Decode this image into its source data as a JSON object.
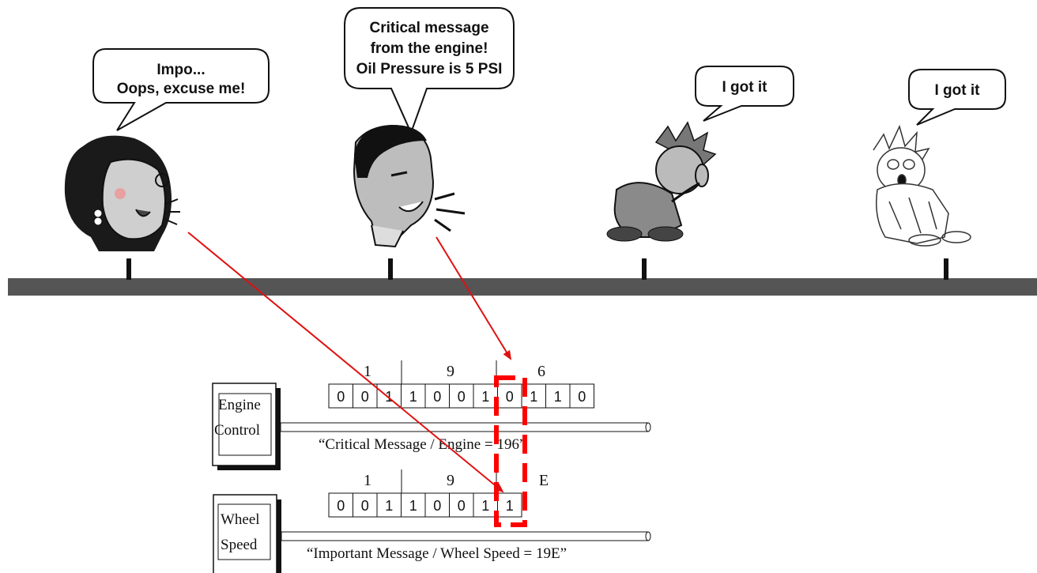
{
  "speakers": [
    {
      "id": "woman",
      "bubble": [
        "Impo...",
        "Oops, excuse me!"
      ]
    },
    {
      "id": "man",
      "bubble": [
        "Critical message",
        "from the engine!",
        "Oil Pressure is 5 PSI"
      ]
    },
    {
      "id": "listener1",
      "bubble": [
        "I got it"
      ]
    },
    {
      "id": "listener2",
      "bubble": [
        "I got it"
      ]
    }
  ],
  "engine": {
    "box_label": [
      "Engine",
      "Control"
    ],
    "nibbles": [
      "1",
      "9",
      "6"
    ],
    "bits": [
      "0",
      "0",
      "1",
      "1",
      "0",
      "0",
      "1",
      "0",
      "1",
      "1",
      "0"
    ],
    "message": "“Critical Message / Engine = 196”"
  },
  "wheel": {
    "box_label": [
      "Wheel",
      "Speed"
    ],
    "nibbles": [
      "1",
      "9",
      "E"
    ],
    "bits": [
      "0",
      "0",
      "1",
      "1",
      "0",
      "0",
      "1",
      "1"
    ],
    "message": "“Important Message / Wheel Speed = 19E”"
  },
  "colors": {
    "bus": "#555555",
    "arrow": "#e01010",
    "highlight": "#ff0000"
  }
}
